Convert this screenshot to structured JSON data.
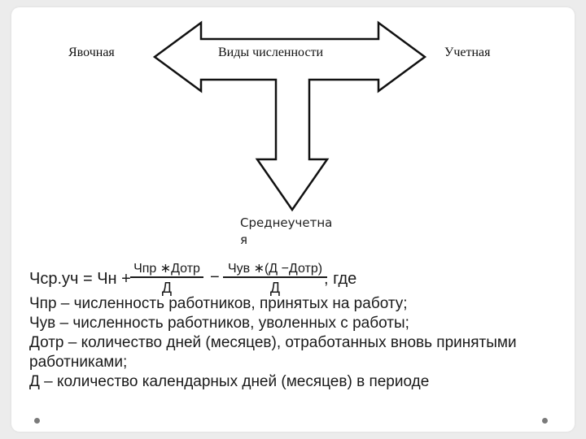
{
  "diagram": {
    "left_label": "Явочная",
    "center_label": "Виды численности",
    "right_label": "Учетная",
    "bottom_label": "Среднеучетна\nя"
  },
  "formula": {
    "lhs": "Чср.уч = Чн +",
    "frac1_num": "Чпр ∗Дотр",
    "frac1_den": "Д",
    "minus": "−",
    "frac2_num": "Чув ∗(Д −Дотр)",
    "frac2_den": "Д",
    "tail": ", где"
  },
  "definitions": [
    "Чпр – численность работников, принятых на работу;",
    "Чув – численность работников, уволенных с работы;",
    "Дотр – количество дней (месяцев), отработанных вновь принятыми работниками;",
    "Д – количество календарных дней (месяцев) в периоде"
  ]
}
